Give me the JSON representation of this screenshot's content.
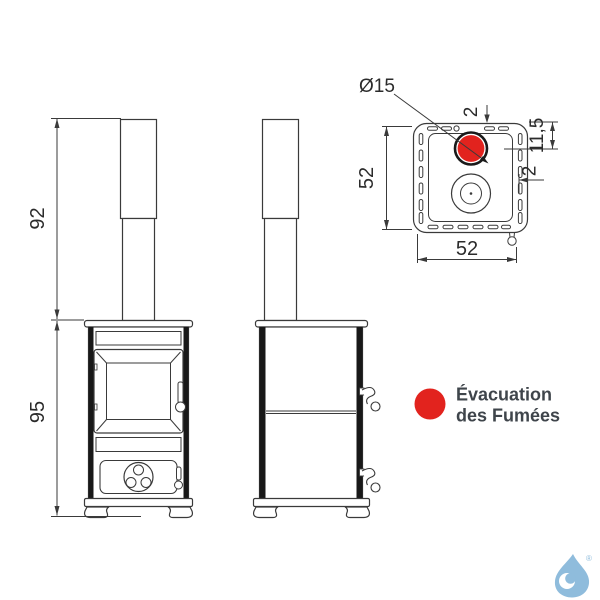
{
  "dimensions": {
    "chimney_height": "92",
    "stove_height": "95",
    "top_view": {
      "flue_diameter": "Ø15",
      "flue_edge_gap": "2",
      "flue_center_offset": "11,5",
      "side_gap": "2",
      "depth": "52",
      "width": "52"
    }
  },
  "legend": {
    "items": [
      {
        "icon": "red-dot",
        "color": "#e2231e",
        "label_line1": "Évacuation",
        "label_line2": "des Fumées"
      }
    ]
  },
  "logo": {
    "icon": "water-drop-logo",
    "color": "#8fbcdc",
    "registered_mark": "®"
  },
  "colors": {
    "line": "#3a3a3a",
    "strip": "#181818",
    "accent_red": "#e2231e",
    "legend_text": "#3f454b",
    "logo_blue": "#8fbcdc"
  }
}
